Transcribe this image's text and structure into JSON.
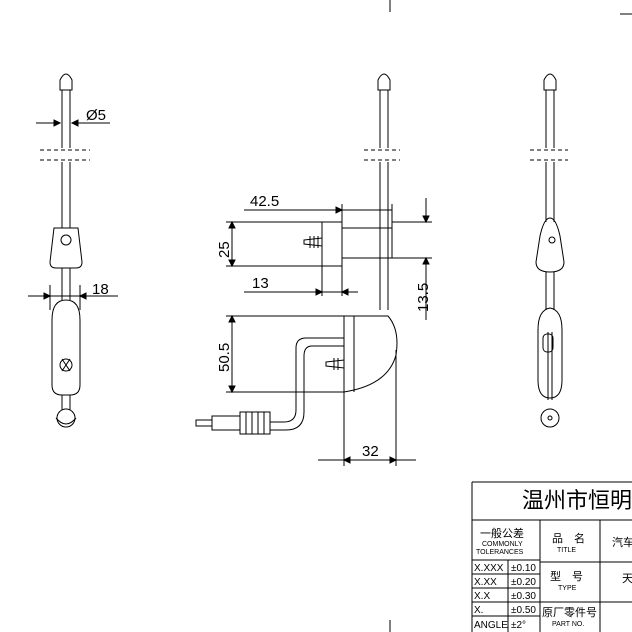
{
  "dimensions": {
    "dia": "Ø5",
    "w18": "18",
    "d42": "42.5",
    "d25": "25",
    "d13": "13",
    "d135": "13.5",
    "d505": "50.5",
    "d32": "32"
  },
  "title_block": {
    "company": "温州市恒明",
    "tol_header_cn": "一般公差",
    "tol_header_en1": "COMMONLY",
    "tol_header_en2": "TOLERANCES",
    "rows": [
      {
        "k": "X.XXX",
        "v": "±0.10"
      },
      {
        "k": "X.XX",
        "v": "±0.20"
      },
      {
        "k": "X.X",
        "v": "±0.30"
      },
      {
        "k": "X.",
        "v": "±0.50"
      },
      {
        "k": "ANGLE",
        "v": "±2°"
      }
    ],
    "name_cn": "品　名",
    "name_en": "TITLE",
    "name_val": "汽车",
    "type_cn": "型　号",
    "type_en": "TYPE",
    "type_val": "天",
    "part_cn": "原厂零件号",
    "part_en": "PART NO."
  }
}
